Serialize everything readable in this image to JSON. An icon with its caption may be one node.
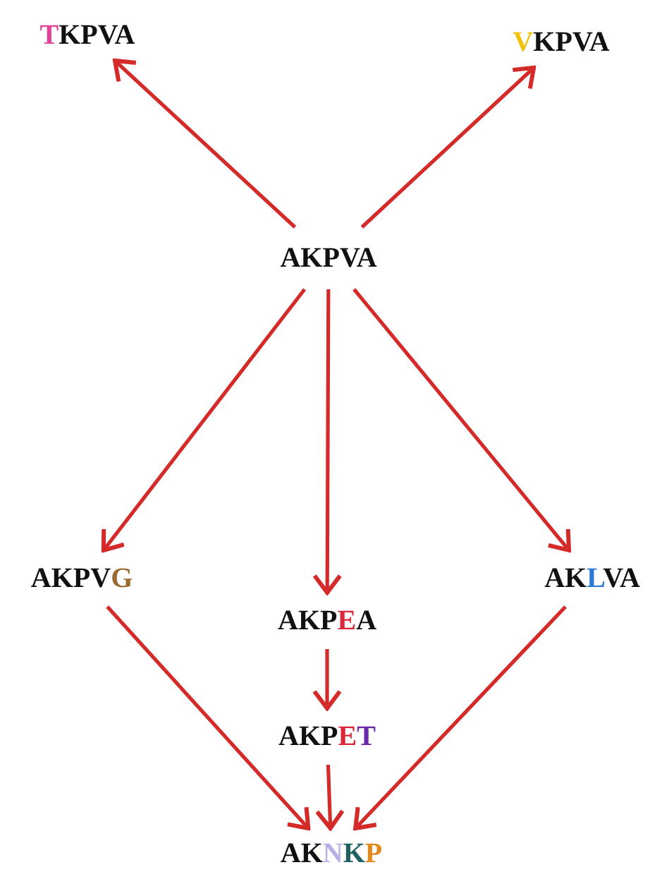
{
  "diagram": {
    "nodes": [
      {
        "text": [
          "TKPVA"
        ]
      },
      {
        "text": [
          "VKPVA"
        ]
      },
      {
        "text": [
          "AKPVA"
        ]
      },
      {
        "text": [
          "AKPVG"
        ]
      },
      {
        "text": [
          "AKPEA"
        ]
      },
      {
        "text": [
          "AKLVA"
        ]
      },
      {
        "text": [
          "AKPET"
        ]
      },
      {
        "text": [
          "AKNKP"
        ]
      }
    ],
    "edges": [
      {
        "from": 2,
        "to": 0,
        "arrow": "to"
      },
      {
        "from": 2,
        "to": 1,
        "arrow": "to"
      },
      {
        "from": 2,
        "to": 3,
        "arrow": "to"
      },
      {
        "from": 2,
        "to": 4,
        "arrow": "to"
      },
      {
        "from": 2,
        "to": 5,
        "arrow": "to"
      },
      {
        "from": 4,
        "to": 6,
        "arrow": "to"
      },
      {
        "from": 3,
        "to": 7,
        "arrow": "to"
      },
      {
        "from": 6,
        "to": 7,
        "arrow": "to"
      },
      {
        "from": 5,
        "to": 7,
        "arrow": "to"
      }
    ]
  }
}
